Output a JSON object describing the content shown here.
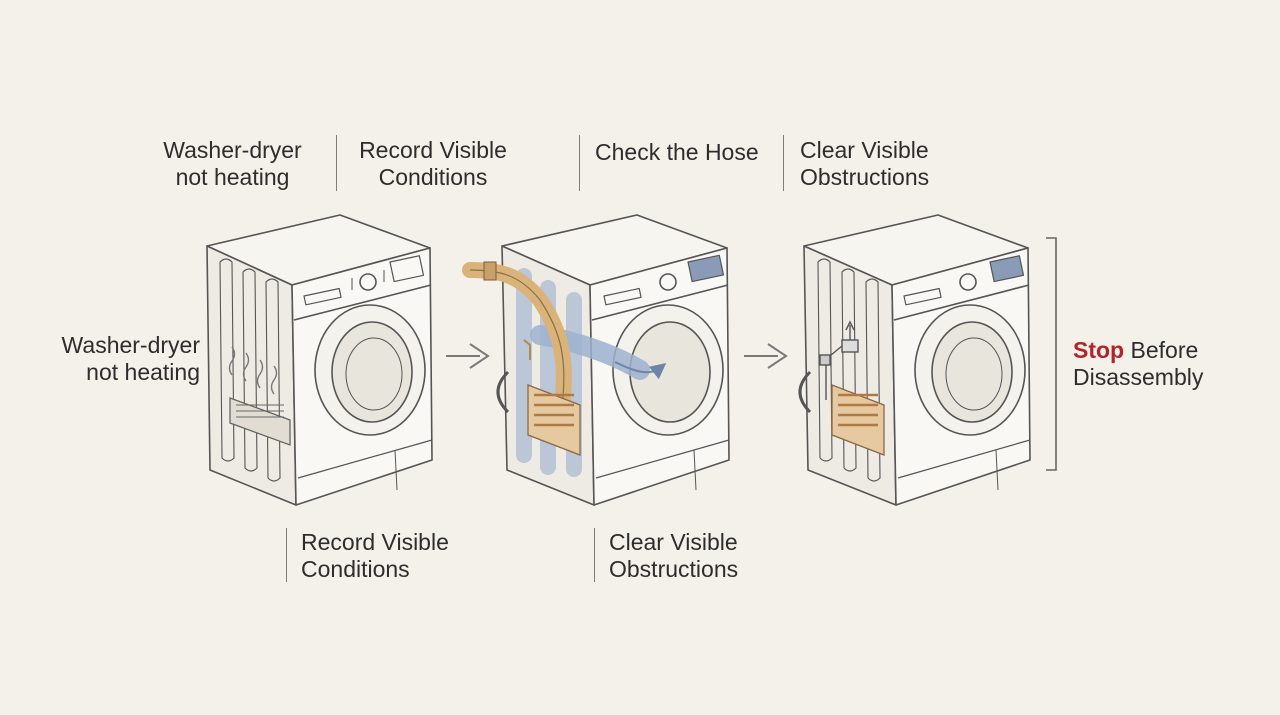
{
  "top_labels": {
    "problem": [
      "Washer-dryer",
      "not heating"
    ],
    "record": [
      "Record Visible",
      "Conditions"
    ],
    "hose": "Check the Hose",
    "clear": [
      "Clear Visible",
      "Obstructions"
    ]
  },
  "side_label": [
    "Washer-dryer",
    "not heating"
  ],
  "bottom_labels": {
    "record": [
      "Record Visible",
      "Conditions"
    ],
    "clear": [
      "Clear Visible",
      "Obstructions"
    ]
  },
  "final_step": {
    "emphasis": "Stop",
    "rest_line1": "Before",
    "line2": "Disassembly",
    "emphasis_color": "#b3242a"
  },
  "colors": {
    "background": "#f4f1ea",
    "ink": "#555555",
    "hose": "#d9b37a",
    "airflow": "#9cb2cf",
    "heater": "#c9925a"
  },
  "icons": [
    "washer-dryer-icon",
    "heat-waves-icon",
    "heater-element-icon",
    "hose-icon",
    "airflow-arrow-icon",
    "connector-plug-icon",
    "step-arrow-icon",
    "bracket-icon"
  ]
}
